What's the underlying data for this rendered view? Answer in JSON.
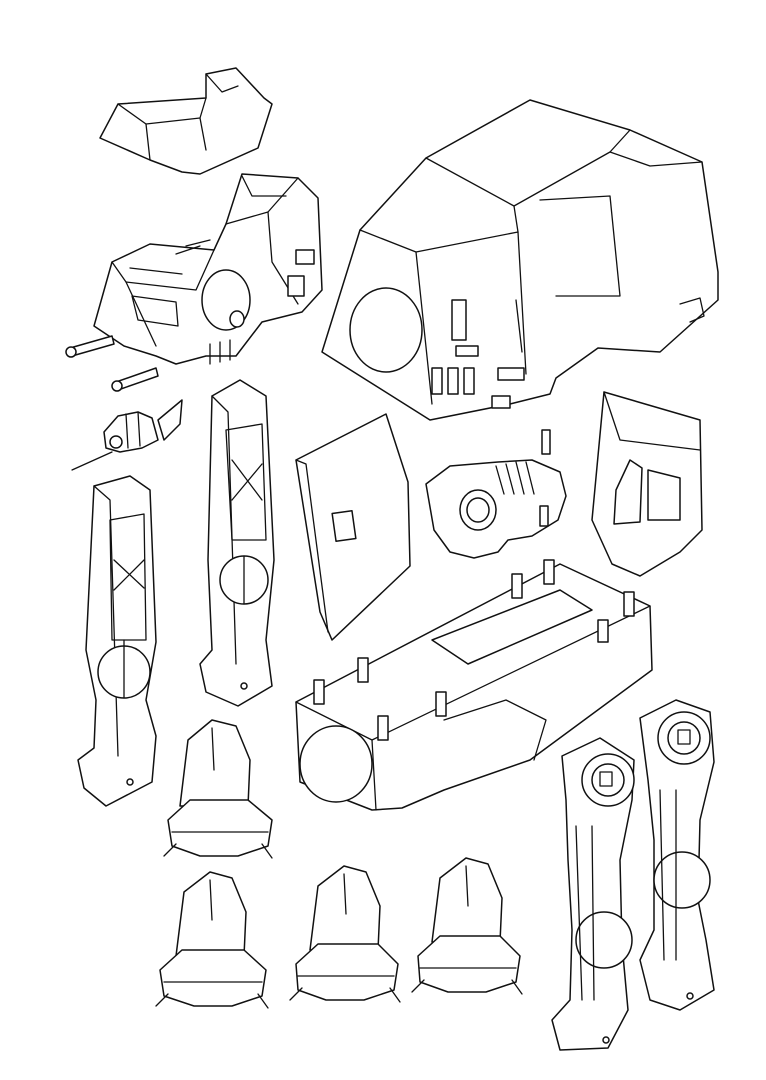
{
  "sheet": {
    "background": "#ffffff",
    "ink": "#111111",
    "style": "line-art"
  },
  "parts": [
    {
      "name": "cockpit-roof-panel"
    },
    {
      "name": "walker-head"
    },
    {
      "name": "head-cannon-upper"
    },
    {
      "name": "head-cannon-lower"
    },
    {
      "name": "head-side-blaster"
    },
    {
      "name": "walker-body-shell"
    },
    {
      "name": "body-side-hatch"
    },
    {
      "name": "neck-joint"
    },
    {
      "name": "body-rear-panel"
    },
    {
      "name": "body-chassis"
    },
    {
      "name": "left-leg"
    },
    {
      "name": "inner-left-leg"
    },
    {
      "name": "inner-right-leg"
    },
    {
      "name": "right-leg"
    },
    {
      "name": "foot-1"
    },
    {
      "name": "foot-2"
    },
    {
      "name": "foot-3"
    },
    {
      "name": "foot-4"
    }
  ]
}
